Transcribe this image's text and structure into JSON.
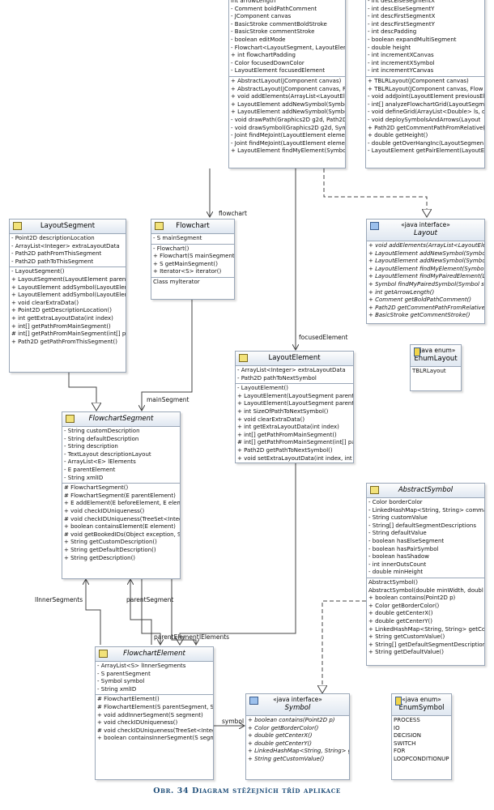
{
  "colors": {
    "line": "#444444",
    "header": "#dfe7f1",
    "caption": "#1f4e79"
  },
  "classes": {
    "abstractlayout": {
      "name": "",
      "stereotype": "",
      "sections": [
        [
          "int arrowLength",
          "- Comment boldPathComment",
          "- JComponent canvas",
          "- BasicStroke commentBoldStroke",
          "- BasicStroke commentStroke",
          "- boolean editMode",
          "- Flowchart<LayoutSegment, LayoutElem",
          "+ int flowchartPadding",
          "- Color focusedDownColor",
          "- LayoutElement focusedElement"
        ],
        [
          "+ AbstractLayout(JComponent canvas)",
          "+ AbstractLayout(JComponent canvas, F",
          "+ void addElements(ArrayList<LayoutEle",
          "+ LayoutElement addNewSymbol(Symbol",
          "+ LayoutElement addNewSymbol(Symbol",
          "- void drawPath(Graphics2D g2d, Path2D",
          "- void drawSymbol(Graphics2D g2d, Sym",
          "- Joint findMeJoint(LayoutElement elemen",
          "- Joint findMeJoint(LayoutElement elemen",
          "+ LayoutElement findMyElement(Symbol s"
        ]
      ]
    },
    "tblrlayout": {
      "name": "",
      "stereotype": "",
      "sections": [
        [
          "- int descElseSegmentX",
          "- int descElseSegmentY",
          "- int descFirstSegmentX",
          "- int descFirstSegmentY",
          "- int descPadding",
          "- boolean expandMultiSegment",
          "- double height",
          "- int incrementXCanvas",
          "- int incrementXSymbol",
          "- int incrementYCanvas"
        ],
        [
          "+ TBLRLayout(JComponent canvas)",
          "+ TBLRLayout(JComponent canvas, Flow",
          "- void addJoint(LayoutElement previousEl",
          "- int[] analyzeFlowchartGrid(LayoutSegm",
          "- void defineGrid(ArrayList<Double> ls, d",
          "- void deploySymbolsAndArrows(Layout",
          "+ Path2D getCommentPathFromRelative(C",
          "+ double getHeight()",
          "- double getOverHangInc(LayoutSegmen",
          "- LayoutElement getPairElement(LayoutEle"
        ]
      ]
    },
    "layoutsegment": {
      "name": "LayoutSegment",
      "stereotype": "",
      "sections": [
        [
          "- Point2D descriptionLocation",
          "- ArrayList<Integer> extraLayoutData",
          "- Path2D pathFromThisSegment",
          "- Path2D pathToThisSegment"
        ],
        [
          "- LayoutSegment()",
          "+ LayoutSegment(LayoutElement parentE",
          "+ LayoutElement addSymbol(LayoutEleme",
          "+ LayoutElement addSymbol(LayoutEleme",
          "+ void clearExtraData()",
          "+ Point2D getDescriptionLocation()",
          "+ int getExtraLayoutData(int index)",
          "+ int[] getPathFromMainSegment()",
          "# int[] getPathFromMainSegment(int[] path",
          "+ Path2D getPathFromThisSegment()"
        ]
      ]
    },
    "flowchart": {
      "name": "Flowchart",
      "stereotype": "",
      "sections": [
        [
          "- S mainSegment"
        ],
        [
          "- Flowchart()",
          "+ Flowchart(S mainSegment)",
          "+ S getMainSegment()",
          "+ Iterator<S> iterator()"
        ],
        [
          "Class mylterator"
        ]
      ]
    },
    "layout": {
      "name": "Layout",
      "stereotype": "«java interface»",
      "sections": [
        [
          "+ void addElements(ArrayList<LayoutEle",
          "+ LayoutElement addNewSymbol(Symbo",
          "+ LayoutElement addNewSymbol(Symbo",
          "+ LayoutElement findMyElement(Symbo",
          "+ LayoutElement findMyPairedElement(L",
          "+ Symbol findMyPairedSymbol(Symbol s",
          "+ int getArrowLength()",
          "+ Comment getBoldPathComment()",
          "+ Path2D getCommentPathFromRelative",
          "+ BasicStroke getCommentStroke()"
        ]
      ]
    },
    "enumlayout": {
      "name": "EnumLayout",
      "stereotype": "«java enum»",
      "sections": [
        [
          "TBLRLayout"
        ]
      ]
    },
    "layoutelement": {
      "name": "LayoutElement",
      "stereotype": "",
      "sections": [
        [
          "- ArrayList<Integer> extraLayoutData",
          "- Path2D pathToNextSymbol"
        ],
        [
          "- LayoutElement()",
          "+ LayoutElement(LayoutSegment parentS",
          "+ LayoutElement(LayoutSegment parentS",
          "+ int SizeOfPathToNextSymbol()",
          "+ void clearExtraData()",
          "+ int getExtraLayoutData(int index)",
          "+ int[] getPathFromMainSegment()",
          "# int[] getPathFromMainSegment(int[] path",
          "+ Path2D getPathToNextSymbol()",
          "+ void setExtraLayoutData(int index, int d"
        ]
      ]
    },
    "flowchartsegment": {
      "name": "FlowchartSegment",
      "stereotype": "",
      "sections": [
        [
          "- String customDescription",
          "- String defaultDescription",
          "- String description",
          "- TextLayout descriptionLayout",
          "- ArrayList<E> lElements",
          "- E parentElement",
          "- String xmlID"
        ],
        [
          "# FlowchartSegment()",
          "# FlowchartSegment(E parentElement)",
          "+ E addElement(E beforeElement, E eleme",
          "+ void checkIDUniqueness()",
          "# void checkIDUniqueness(TreeSet<Integ",
          "+ boolean containsElement(E element)",
          "# void getBookedIDs(Object exception, S",
          "+ String getCustomDescription()",
          "+ String getDefaultDescription()",
          "+ String getDescription()"
        ]
      ]
    },
    "abstractsymbol": {
      "name": "AbstractSymbol",
      "stereotype": "",
      "sections": [
        [
          "- Color borderColor",
          "- LinkedHashMap<String, String> commar",
          "- String customValue",
          "- String[] defaultSegmentDescriptions",
          "- String defaultValue",
          "- boolean hasElseSegment",
          "- boolean hasPairSymbol",
          "- boolean hasShadow",
          "- int innerOutsCount",
          "- double minHeight"
        ],
        [
          "AbstractSymbol()",
          "AbstractSymbol(double minWidth, doubl",
          "+ boolean contains(Point2D p)",
          "+ Color getBorderColor()",
          "+ double getCenterX()",
          "+ double getCenterY()",
          "+ LinkedHashMap<String, String> getCom",
          "+ String getCustomValue()",
          "+ String[] getDefaultSegmentDescriptions",
          "+ String getDefaultValue()"
        ]
      ]
    },
    "flowchartelement": {
      "name": "FlowchartElement",
      "stereotype": "",
      "sections": [
        [
          "- ArrayList<S> lInnerSegments",
          "- S parentSegment",
          "- Symbol symbol",
          "- String xmlID"
        ],
        [
          "# FlowchartElement()",
          "# FlowchartElement(S parentSegment, S",
          "+ void addInnerSegment(S segment)",
          "+ void checkIDUniqueness()",
          "# void checkIDUniqueness(TreeSet<Integ",
          "+ boolean containsInnerSegment(S segme"
        ]
      ]
    },
    "symbol": {
      "name": "Symbol",
      "stereotype": "«java interface»",
      "sections": [
        [
          "+ boolean contains(Point2D p)",
          "+ Color getBorderColor()",
          "+ double getCenterX()",
          "+ double getCenterY()",
          "+ LinkedHashMap<String, String> getCo",
          "+ String getCustomValue()"
        ]
      ]
    },
    "enumsymbol": {
      "name": "EnumSymbol",
      "stereotype": "«java enum»",
      "sections": [
        [
          "PROCESS",
          "IO",
          "DECISION",
          "SWITCH",
          "FOR",
          "LOOPCONDITIONUP"
        ]
      ]
    }
  },
  "labels": {
    "flowchart": "flowchart",
    "focusedElement": "focusedElement",
    "mainSegment": "mainSegment",
    "lInnerSegments": "lInnerSegments",
    "parentSegment": "parentSegment",
    "parentElement": "parentElement",
    "lElements": "lElements",
    "symbol": "symbol"
  },
  "caption": "Obr. 34 Diagram stěžejních tříd aplikace"
}
